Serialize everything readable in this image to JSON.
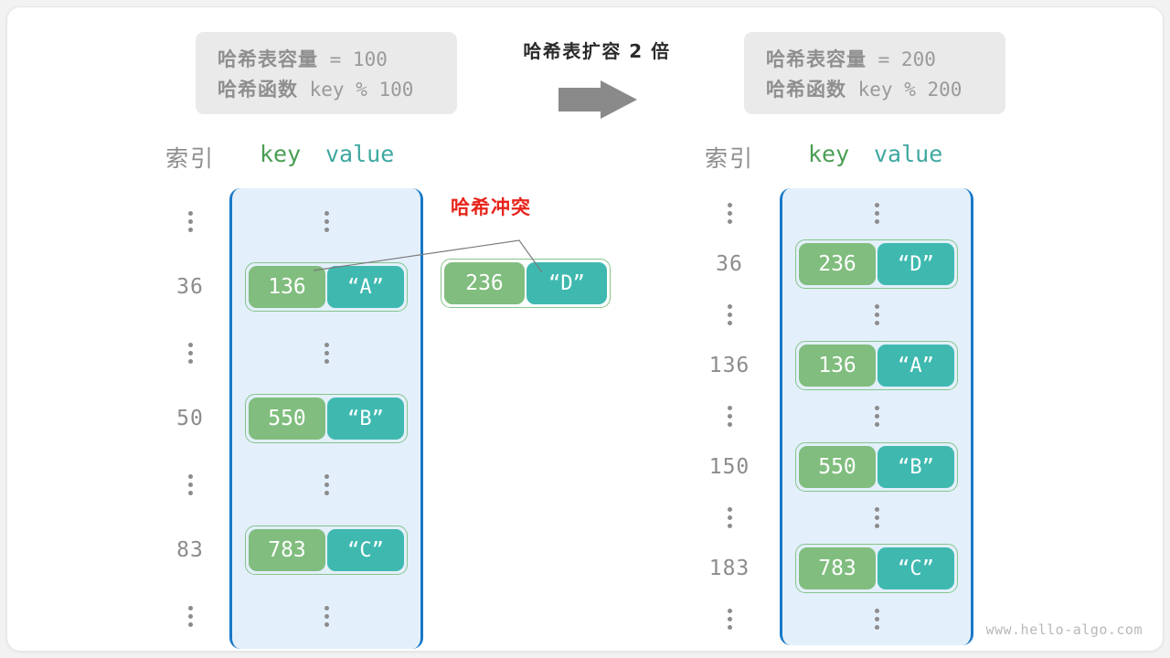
{
  "diagram": {
    "title": "哈希表扩容 2 倍",
    "watermark": "www.hello-algo.com",
    "collision_label": "哈希冲突",
    "accent_colors": {
      "bucket_fill": "#e3f0fb",
      "bucket_border": "#1878c8",
      "key_cell": "#80bd7e",
      "value_cell": "#3fb9b0",
      "pair_border": "#86c48a",
      "collision_red": "#e8251c",
      "arrow_gray": "#8a8a8a",
      "param_box": "#eaeaea"
    }
  },
  "before": {
    "params": {
      "capacity_label": "哈希表容量",
      "capacity_value": " = 100",
      "function_label": "哈希函数",
      "function_value": " key % 100"
    },
    "headers": {
      "index": "索引",
      "key": "key",
      "value": "value"
    },
    "rows": [
      {
        "type": "dots",
        "index": ""
      },
      {
        "type": "entry",
        "index": "36",
        "key": "136",
        "value": "“A”"
      },
      {
        "type": "dots",
        "index": ""
      },
      {
        "type": "entry",
        "index": "50",
        "key": "550",
        "value": "“B”"
      },
      {
        "type": "dots",
        "index": ""
      },
      {
        "type": "entry",
        "index": "83",
        "key": "783",
        "value": "“C”"
      },
      {
        "type": "dots",
        "index": ""
      }
    ],
    "colliding_entry": {
      "key": "236",
      "value": "“D”"
    }
  },
  "after": {
    "params": {
      "capacity_label": "哈希表容量",
      "capacity_value": " = 200",
      "function_label": "哈希函数",
      "function_value": " key % 200"
    },
    "headers": {
      "index": "索引",
      "key": "key",
      "value": "value"
    },
    "rows": [
      {
        "type": "dots",
        "index": ""
      },
      {
        "type": "entry",
        "index": "36",
        "key": "236",
        "value": "“D”"
      },
      {
        "type": "dots",
        "index": ""
      },
      {
        "type": "entry",
        "index": "136",
        "key": "136",
        "value": "“A”"
      },
      {
        "type": "dots",
        "index": ""
      },
      {
        "type": "entry",
        "index": "150",
        "key": "550",
        "value": "“B”"
      },
      {
        "type": "dots",
        "index": ""
      },
      {
        "type": "entry",
        "index": "183",
        "key": "783",
        "value": "“C”"
      },
      {
        "type": "dots",
        "index": ""
      }
    ]
  }
}
